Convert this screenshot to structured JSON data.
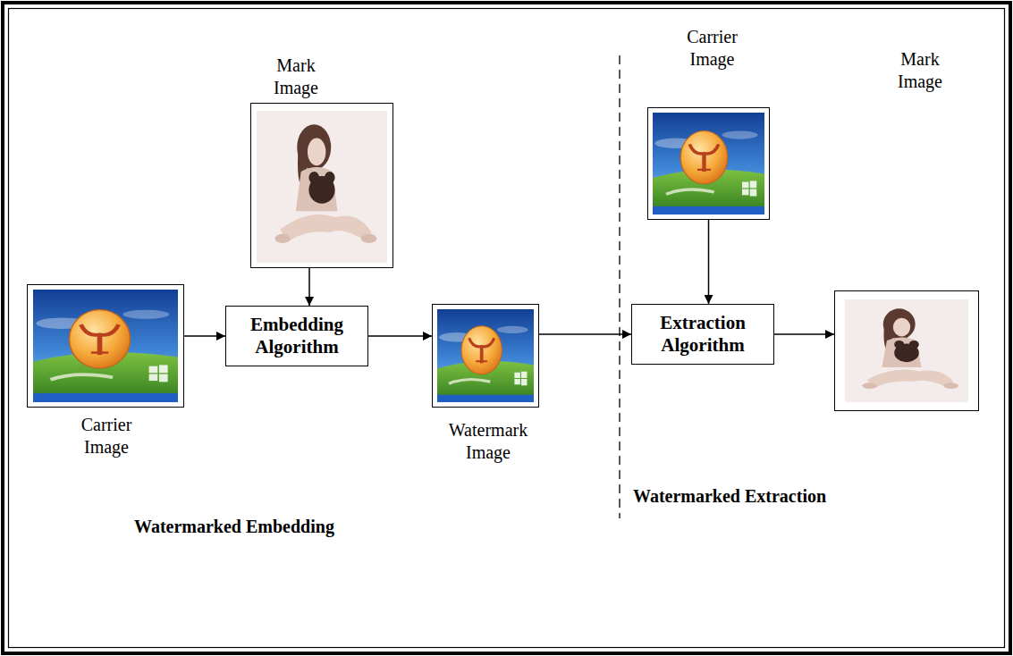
{
  "diagram": {
    "nodes": [
      {
        "text": [
          "Carrier Image"
        ]
      },
      {
        "text": [
          "Mark Image"
        ]
      },
      {
        "text": [
          "Embedding Algorithm"
        ]
      },
      {
        "text": [
          "Watermark Image"
        ]
      },
      {
        "text": [
          "Carrier Image"
        ]
      },
      {
        "text": [
          "Extraction Algorithm"
        ]
      },
      {
        "text": [
          "Mark Image"
        ]
      }
    ],
    "edges": [
      {
        "from": 0,
        "to": 2,
        "arrow": "to"
      },
      {
        "from": 1,
        "to": 2,
        "arrow": "to"
      },
      {
        "from": 2,
        "to": 3,
        "arrow": "to"
      },
      {
        "from": 3,
        "to": 5,
        "arrow": "to"
      },
      {
        "from": 4,
        "to": 5,
        "arrow": "to"
      },
      {
        "from": 5,
        "to": 6,
        "arrow": "to"
      }
    ],
    "labels": [
      "Watermarked Embedding",
      "Watermarked Extraction"
    ]
  }
}
